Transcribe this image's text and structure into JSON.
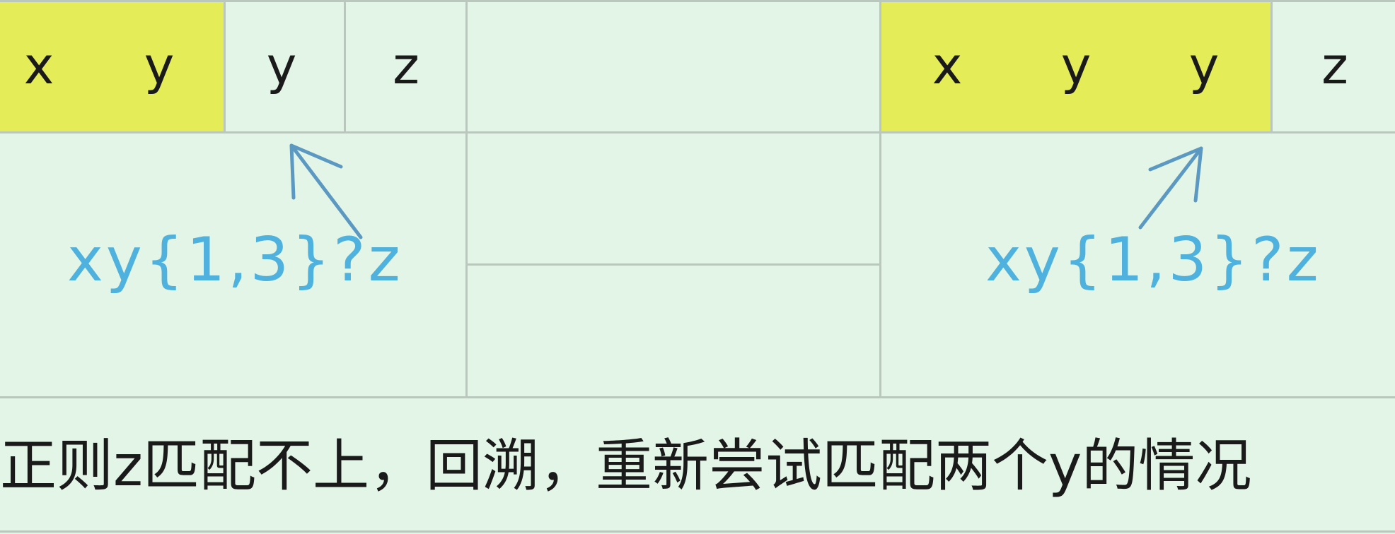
{
  "colors": {
    "background": "#e3f5e6",
    "grid": "#b9c7bd",
    "highlight": "#e4ec58",
    "regex": "#4fb1dd",
    "arrow": "#5b98c2"
  },
  "left": {
    "chars": [
      "x",
      "y",
      "y",
      "z"
    ],
    "regex": "xy{1,3}?z"
  },
  "right": {
    "chars": [
      "x",
      "y",
      "y",
      "z"
    ],
    "regex": "xy{1,3}?z"
  },
  "caption": "正则z匹配不上，回溯，重新尝试匹配两个y的情况"
}
